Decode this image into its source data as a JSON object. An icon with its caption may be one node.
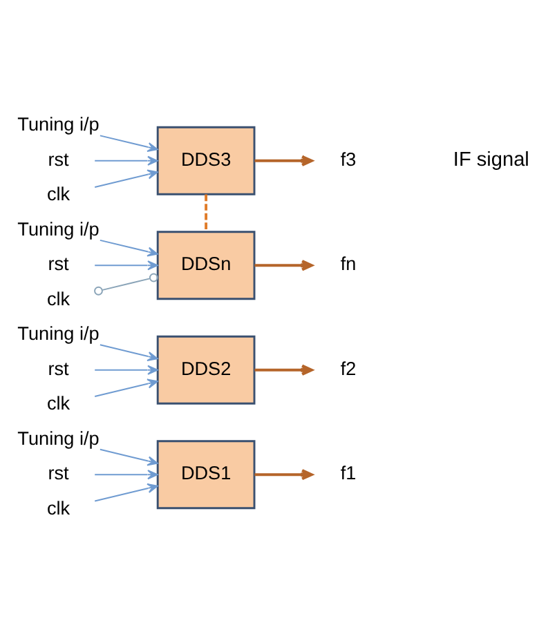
{
  "diagram": {
    "nodes": [
      {
        "text": [
          "Tuning i/p"
        ]
      },
      {
        "text": [
          "rst"
        ]
      },
      {
        "text": [
          "clk"
        ]
      },
      {
        "text": [
          "DDS1"
        ]
      },
      {
        "text": [
          "f1"
        ]
      },
      {
        "text": [
          "Tuning i/p"
        ]
      },
      {
        "text": [
          "rst"
        ]
      },
      {
        "text": [
          "clk"
        ]
      },
      {
        "text": [
          "DDS2"
        ]
      },
      {
        "text": [
          "f2"
        ]
      },
      {
        "text": [
          "Tuning i/p"
        ]
      },
      {
        "text": [
          "rst"
        ]
      },
      {
        "text": [
          "clk"
        ]
      },
      {
        "text": [
          "DDS3"
        ]
      },
      {
        "text": [
          "f3"
        ]
      },
      {
        "text": [
          "Tuning i/p"
        ]
      },
      {
        "text": [
          "rst"
        ]
      },
      {
        "text": [
          "clk"
        ]
      },
      {
        "text": [
          "DDSn"
        ]
      },
      {
        "text": [
          "fn"
        ]
      }
    ],
    "edges": [
      {
        "from": 0,
        "to": 3,
        "arrow": "to"
      },
      {
        "from": 1,
        "to": 3,
        "arrow": "to"
      },
      {
        "from": 2,
        "to": 3,
        "arrow": "to"
      },
      {
        "from": 3,
        "to": 4,
        "arrow": "to",
        "color": "#b5652a"
      },
      {
        "from": 5,
        "to": 8,
        "arrow": "to"
      },
      {
        "from": 6,
        "to": 8,
        "arrow": "to"
      },
      {
        "from": 7,
        "to": 8,
        "arrow": "to"
      },
      {
        "from": 8,
        "to": 9,
        "arrow": "to",
        "color": "#b5652a"
      },
      {
        "from": 10,
        "to": 13,
        "arrow": "to"
      },
      {
        "from": 11,
        "to": 13,
        "arrow": "to"
      },
      {
        "from": 12,
        "to": 13,
        "arrow": "to"
      },
      {
        "from": 13,
        "to": 14,
        "arrow": "to",
        "color": "#b5652a"
      },
      {
        "from": 13,
        "to": 18,
        "arrow": "none",
        "style": "dashed",
        "color": "#e07b28"
      },
      {
        "from": 15,
        "to": 18,
        "arrow": "to"
      },
      {
        "from": 16,
        "to": 18,
        "arrow": "to"
      },
      {
        "from": 17,
        "to": 18,
        "arrow": "other"
      },
      {
        "from": 18,
        "to": 19,
        "arrow": "to",
        "color": "#b5652a"
      }
    ],
    "labels": [
      "IF signal"
    ]
  }
}
